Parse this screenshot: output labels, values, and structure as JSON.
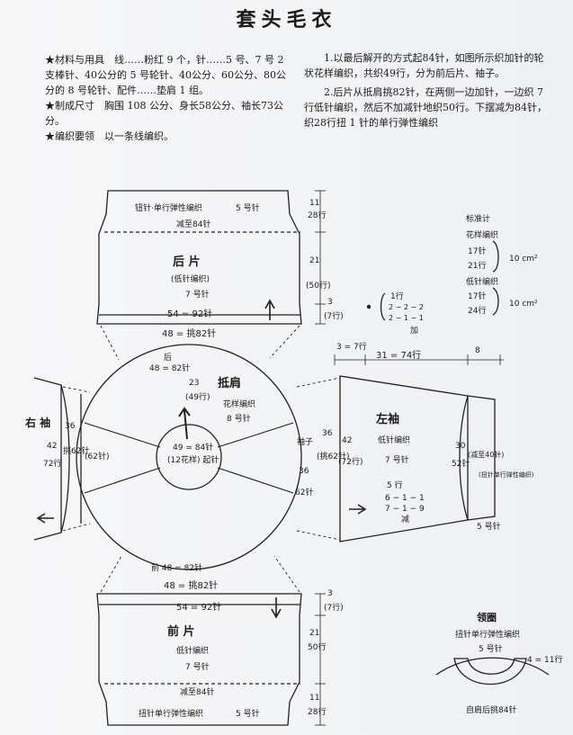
{
  "title": "套头毛衣",
  "spec": {
    "materials": "★材料与用具　线……粉红 9 个，针……5 号、7 号 2 支棒针、40公分的 5 号轮针、40公分、60公分、80公分的 8 号轮针、配件……垫肩 1 组。",
    "size": "★制成尺寸　胸围 108 公分、身长58公分、袖长73公分。",
    "points": "★编织要领　以一条线编织。"
  },
  "steps": {
    "s1": "1.以最后解开的方式起84针，如图所示织加针的轮状花样编织，共织49行，分为前后片、袖子。",
    "s2": "2.后片从抵肩挑82针，在两侧一边加针，一边织 7 行低针编织，然后不加减针地织50行。下摆减为84针，织28行扭 1 针的单行弹性编织"
  },
  "back": {
    "rib": "钮针·单行弹性编织",
    "needle5": "5 号针",
    "dec84": "减至84针",
    "name": "后 片",
    "stitch": "(低针编织)",
    "needle7": "7 号针",
    "width": "54 = 92针",
    "pick": "48 = 挑82针",
    "d11": "11",
    "r28": "28行",
    "d21": "21",
    "r50": "(50行)",
    "d3": "3",
    "r7": "(7行)"
  },
  "yoke": {
    "back_label": "后",
    "back_st": "48 = 82针",
    "name": "抵肩",
    "pattern": "花样编织",
    "needle8": "8 号针",
    "d23": "23",
    "r49": "(49行)",
    "center": "49 = 84针",
    "center2": "(12花样) 起针",
    "front_label": "前 48 = 82针",
    "sleeve_tag": "袖子",
    "s36": "36",
    "s62": "62针"
  },
  "right_sleeve": {
    "name": "右 袖",
    "d42": "42",
    "r72": "72行",
    "d36": "36",
    "pick62": "挑62针",
    "n62": "(62针)"
  },
  "left_sleeve": {
    "d3": "3 = 7行",
    "d31": "31 = 74行",
    "d8": "8",
    "name": "左袖",
    "stitch": "低针编织",
    "needle7": "7 号针",
    "d36": "36",
    "pick62": "(挑62针)",
    "d42": "42",
    "r72": "(72行)",
    "d30": "30",
    "n52": "52针",
    "dec40": "(减至40针)",
    "rib": "(扭针单行弹性编织)",
    "rows5": "5 行",
    "dec1": "6 − 1 − 1",
    "dec2": "7 − 1 − 9",
    "reduce": "减",
    "needle5": "5 号针"
  },
  "inc": {
    "r1": "1行",
    "r2": "2 − 2 − 2",
    "r3": "2 − 1 − 1",
    "label": "加"
  },
  "gauge": {
    "title": "标准计",
    "pat": "花样编织",
    "a1": "17针",
    "a2": "21行",
    "a3": "10 cm²",
    "low": "低针编织",
    "b1": "17针",
    "b2": "24行",
    "b3": "10 cm²"
  },
  "front": {
    "pick": "48 = 挑82针",
    "width": "54 = 92针",
    "name": "前 片",
    "stitch": "低针编织",
    "needle7": "7 号针",
    "dec84": "减至84针",
    "rib": "扭针单行弹性编织",
    "needle5": "5 号针",
    "d3": "3",
    "r7": "(7行)",
    "d21": "21",
    "r50": "50行",
    "d11": "11",
    "r28": "28行"
  },
  "collar": {
    "title": "领圈",
    "rib": "扭针单行弹性编织",
    "needle5": "5 号针",
    "dim": "4 = 11行",
    "pick": "自肩后挑84针"
  }
}
